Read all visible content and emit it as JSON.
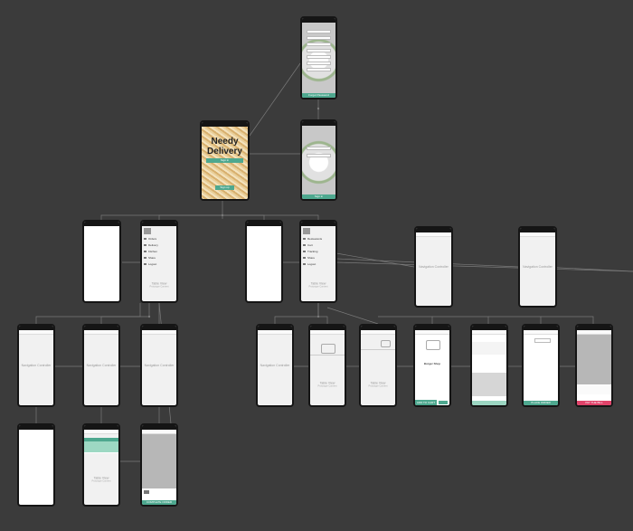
{
  "app_title": [
    "Needy",
    "Delivery"
  ],
  "controller_label": "Navigation Controller",
  "table_view": {
    "label": "Table View",
    "sub": "Prototype Content"
  },
  "login": {
    "sign_in": "Sign in",
    "sign_up": "Sign up"
  },
  "reset_button": "Forgot Password",
  "menu_items": [
    "Restaurants",
    "Cart",
    "Tracking",
    "Share",
    "Logout"
  ],
  "restaurant_menu": [
    "Orders",
    "Delivery",
    "Kitchen",
    "Share",
    "Logout"
  ],
  "burger_title": "Burger Shop",
  "order_button": "PLACE ORDER",
  "pay_button": "PAY THE BILL",
  "add_to_cart": "ADD TO CART",
  "complete_order": "COMPLETE ORDER",
  "colors": {
    "background": "#3b3b3b",
    "accent_green": "#4ea88f",
    "accent_pink": "#e0436a"
  }
}
